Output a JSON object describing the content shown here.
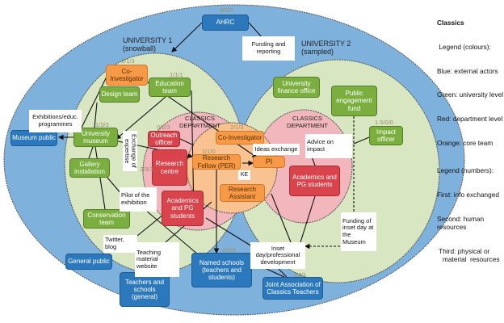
{
  "colors": {
    "external": "#2b78bd",
    "university": "#7aaf3f",
    "department": "#d9434b",
    "core": "#f79a47",
    "outer_bg": "#7fb1dd",
    "university_bg": "#d8e6c2",
    "department_bg": "#f2b7bd",
    "core_bg": "#f8c390"
  },
  "regions": {
    "university1": "UNIVERSITY 1\n(snowball)",
    "university2": "UNIVERSITY 2\n(sampled)",
    "dept1": "CLASSICS\nDEPARTMENT",
    "dept2": "CLASSICS\nDEPARTMENT"
  },
  "nodes": {
    "ahrc": {
      "label": "AHRC",
      "num": "0/0/3"
    },
    "coinv1": {
      "label": "Co-Investigator",
      "num": "2/1/3"
    },
    "design": {
      "label": "Design team"
    },
    "education": {
      "label": "Education team",
      "num": "1/1/1"
    },
    "museum_public": {
      "label": "Museum public"
    },
    "univ_museum": {
      "label": "University museum",
      "num": "1/3/3"
    },
    "gallery": {
      "label": "Gallery installation"
    },
    "conservation": {
      "label": "Conservation team"
    },
    "general_public": {
      "label": "General public"
    },
    "teachers_general": {
      "label": "Teachers and schools (general)"
    },
    "named_schools": {
      "label": "Named schools (teachers and students)",
      "num": "2/0/0"
    },
    "jact": {
      "label": "Joint Association of Classics Teachers",
      "num": "2/2/1"
    },
    "outreach": {
      "label": "Outreach officer",
      "num": "0/2/3"
    },
    "research_centre": {
      "label": "Research centre",
      "num": "2/3/3"
    },
    "academics1": {
      "label": "Academics and PG students"
    },
    "coinv_core": {
      "label": "Co-Investigator",
      "num": "2/1/3"
    },
    "fellow": {
      "label": "Research Fellow (PER)",
      "num": "1/1/0"
    },
    "pi": {
      "label": "PI"
    },
    "assistant": {
      "label": "Research Assistant"
    },
    "finance": {
      "label": "University finance office"
    },
    "pe_fund": {
      "label": "Public engagement fund"
    },
    "impact_officer": {
      "label": "Impact officer",
      "num": "1.5/0/0"
    },
    "academics2": {
      "label": "Academics and PG students"
    }
  },
  "edge_labels": {
    "funding_reporting": "Funding and reporting",
    "exhibitions": "Exhibitions/educ. programmes",
    "exchange": "Exchange of expertise",
    "pilot": "Pilot of the exhibition",
    "twitter": "Twitter, blog",
    "teaching": "Teaching material website",
    "ideas": "Ideas exchange",
    "ke": "KE",
    "advice": "Advice on impact",
    "funding_inset": "Funding of inset day at the Museum",
    "inset": "Inset day/professional development"
  },
  "legend": {
    "title": "Classics",
    "colours_heading": " Legend (colours):",
    "colours": [
      "Blue: external actors",
      "Green: university level",
      "Red: department level",
      "Orange: core team"
    ],
    "numbers_heading": "Legend (numbers):",
    "numbers": [
      "First: info exchanged",
      "Second: human\nresources",
      " Third: physical or\n   material  resources"
    ]
  }
}
